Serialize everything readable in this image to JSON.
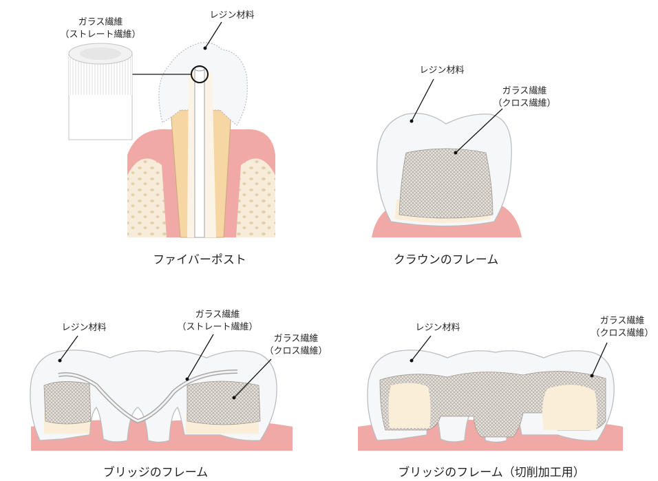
{
  "panels": {
    "fiber_post": {
      "caption": "ファイバーポスト",
      "label_glass_line1": "ガラス繊維",
      "label_glass_line2": "（ストレート繊維）",
      "label_resin": "レジン材料"
    },
    "crown_frame": {
      "caption": "クラウンのフレーム",
      "label_resin": "レジン材料",
      "label_glass_line1": "ガラス繊維",
      "label_glass_line2": "（クロス繊維）"
    },
    "bridge_frame": {
      "caption": "ブリッジのフレーム",
      "label_resin": "レジン材料",
      "label_straight_line1": "ガラス繊維",
      "label_straight_line2": "（ストレート繊維）",
      "label_cross_line1": "ガラス繊維",
      "label_cross_line2": "（クロス繊維）"
    },
    "bridge_frame_cad": {
      "caption": "ブリッジのフレーム（切削加工用）",
      "label_resin": "レジン材料",
      "label_glass_line1": "ガラス繊維",
      "label_glass_line2": "（クロス繊維）"
    }
  },
  "colors": {
    "gum": "#f1a9a5",
    "gum_light": "#f7cfc9",
    "enamel": "#f6f7f8",
    "tooth_outline": "#b9bcc0",
    "dentin": "#fbeed8",
    "root": "#f6d7a4",
    "mesh": "#b5afaa",
    "bone": "#f5ead6"
  }
}
